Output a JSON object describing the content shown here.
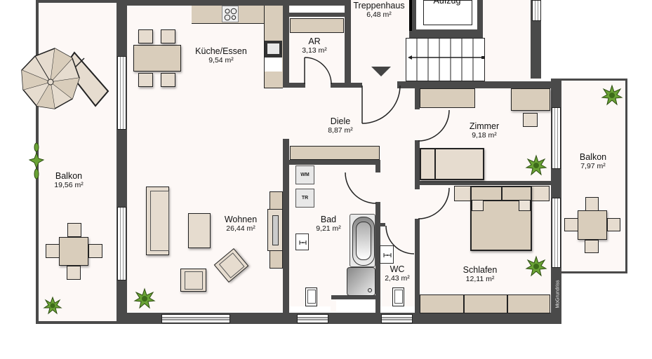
{
  "plan": {
    "rooms": [
      {
        "id": "balkon-west",
        "name": "Balkon",
        "area": "19,56 m²"
      },
      {
        "id": "kueche-essen",
        "name": "Küche/Essen",
        "area": "9,54 m²"
      },
      {
        "id": "ar",
        "name": "AR",
        "area": "3,13 m²"
      },
      {
        "id": "treppenhaus",
        "name": "Treppenhaus",
        "area": "6,48 m²"
      },
      {
        "id": "diele",
        "name": "Diele",
        "area": "8,87 m²"
      },
      {
        "id": "zimmer",
        "name": "Zimmer",
        "area": "9,18 m²"
      },
      {
        "id": "balkon-east",
        "name": "Balkon",
        "area": "7,97 m²"
      },
      {
        "id": "wohnen",
        "name": "Wohnen",
        "area": "26,44 m²"
      },
      {
        "id": "bad",
        "name": "Bad",
        "area": "9,21 m²"
      },
      {
        "id": "wc",
        "name": "WC",
        "area": "2,43 m²"
      },
      {
        "id": "schlafen",
        "name": "Schlafen",
        "area": "12,11 m²"
      }
    ],
    "elevator_label": "Aufzug",
    "appliances": {
      "washing_machine": "WM",
      "dryer": "TR"
    },
    "watermark": "MoGrundriss"
  },
  "colors": {
    "wall": "#4a4a4a",
    "floor": "#fdf8f6",
    "furniture": "#d9cdbb",
    "furniture_light": "#e6dccf",
    "plant": "#5a9a2a"
  }
}
